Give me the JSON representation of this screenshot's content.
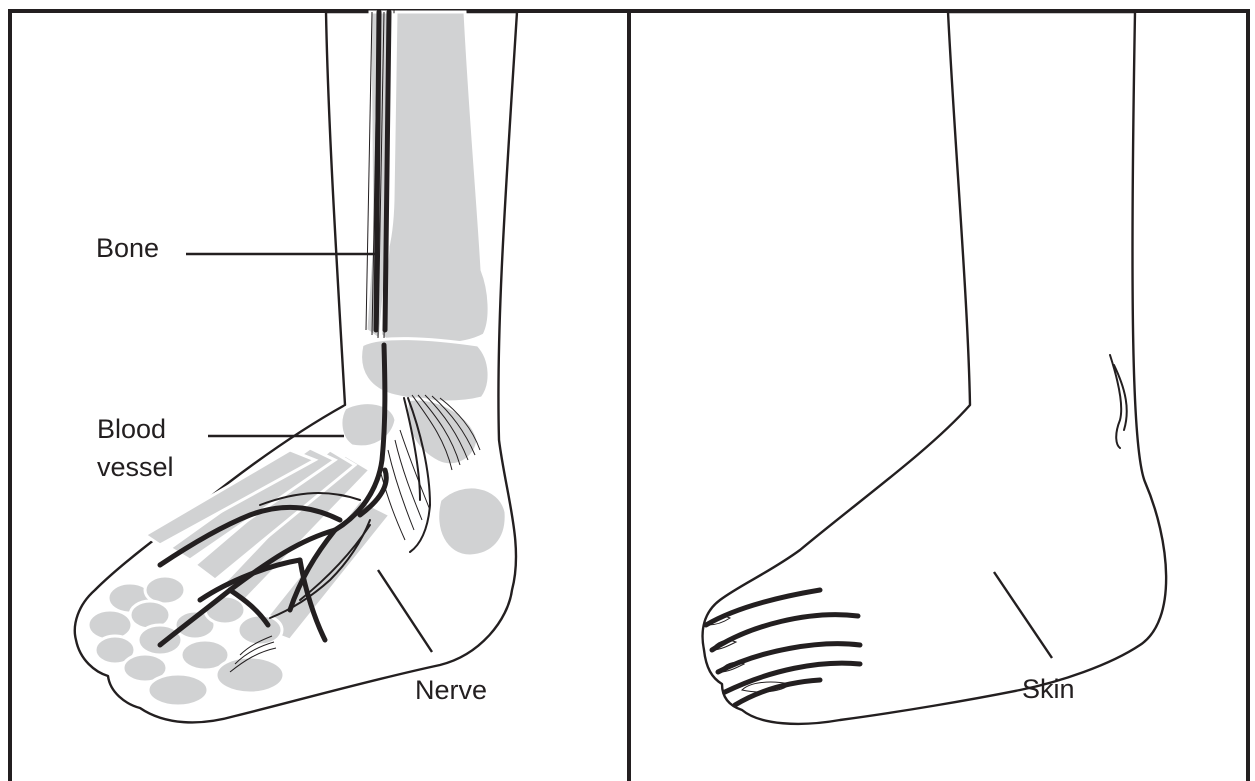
{
  "left_panel": {
    "labels": {
      "bone": "Bone",
      "blood_vessel_line1": "Blood",
      "blood_vessel_line2": "vessel",
      "nerve": "Nerve"
    }
  },
  "right_panel": {
    "labels": {
      "skin": "Skin"
    }
  },
  "colors": {
    "ink": "#231f20",
    "bone": "#d1d2d3",
    "background": "#ffffff"
  }
}
